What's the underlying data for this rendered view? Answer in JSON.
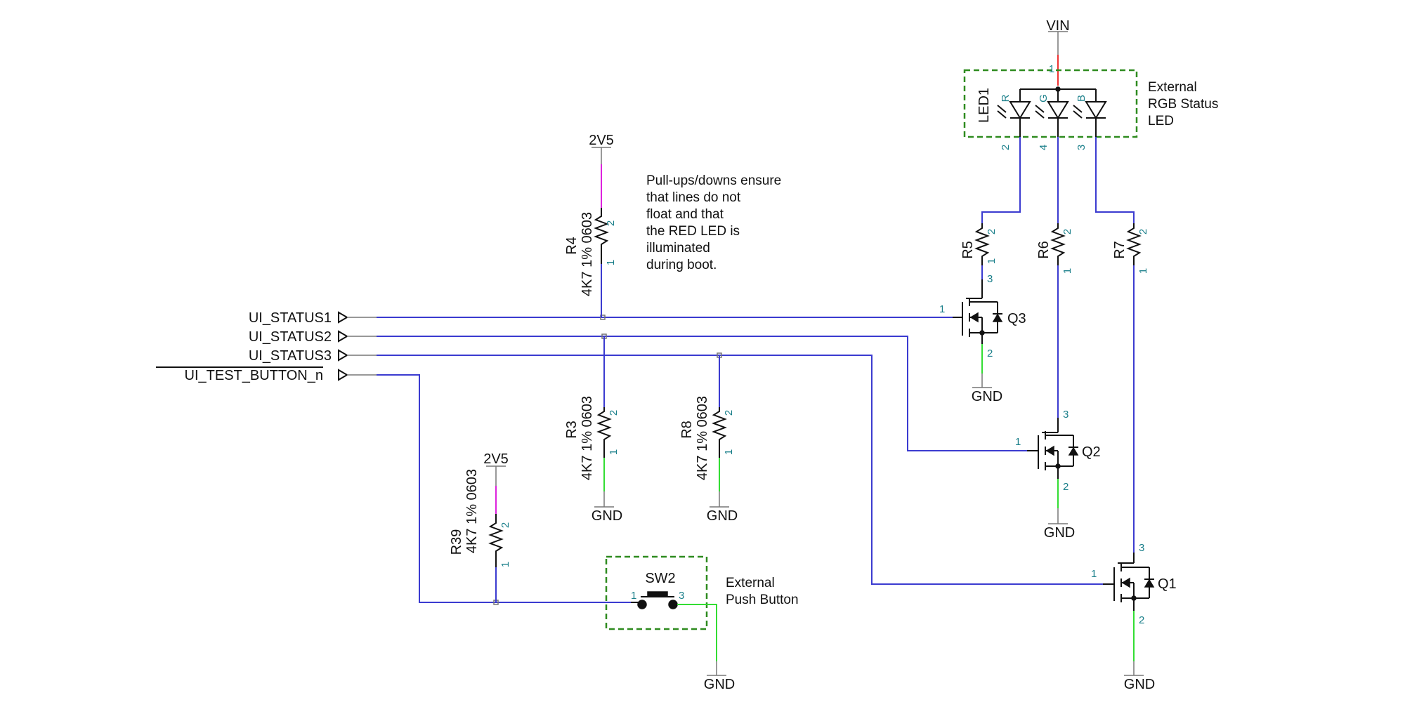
{
  "nets": {
    "vin": "VIN",
    "v2v5": "2V5",
    "gnd": "GND"
  },
  "ports": {
    "status1": "UI_STATUS1",
    "status2": "UI_STATUS2",
    "status3": "UI_STATUS3",
    "test_button": "UI_TEST_BUTTON_n"
  },
  "resistors": {
    "r4": {
      "ref": "R4",
      "value": "4K7 1% 0603"
    },
    "r3": {
      "ref": "R3",
      "value": "4K7 1% 0603"
    },
    "r8": {
      "ref": "R8",
      "value": "4K7 1% 0603"
    },
    "r39": {
      "ref": "R39",
      "value": "4K7 1% 0603"
    },
    "r5": {
      "ref": "R5"
    },
    "r6": {
      "ref": "R6"
    },
    "r7": {
      "ref": "R7"
    }
  },
  "transistors": {
    "q1": "Q1",
    "q2": "Q2",
    "q3": "Q3"
  },
  "led": {
    "ref": "LED1",
    "r": "R",
    "g": "G",
    "b": "B",
    "caption": [
      "External",
      "RGB Status",
      "LED"
    ]
  },
  "switch": {
    "ref": "SW2",
    "caption": [
      "External",
      "Push Button"
    ]
  },
  "note": [
    "Pull-ups/downs ensure",
    "that lines do not",
    "float and that",
    "the RED LED is",
    "illuminated",
    "during boot."
  ],
  "pins": {
    "p1": "1",
    "p2": "2",
    "p3": "3",
    "p4": "4"
  },
  "colors": {
    "wire": "#3b3bd0",
    "gnd_wire": "#33dd33",
    "supply_2v5_wire": "#dd22dd",
    "vin_wire": "#ee3333",
    "box": "#2e8b1f",
    "pin_number": "#1a7f8a"
  }
}
